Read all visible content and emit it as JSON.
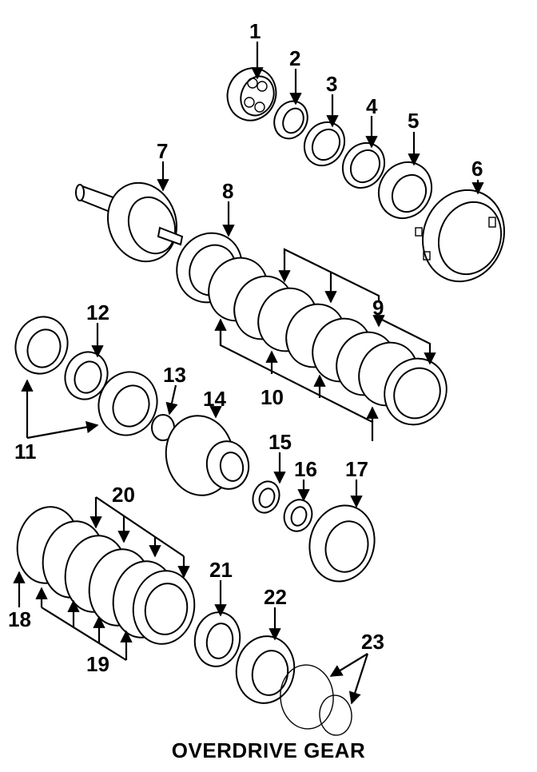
{
  "diagram": {
    "title": "OVERDRIVE GEAR",
    "callouts": [
      "1",
      "2",
      "3",
      "4",
      "5",
      "6",
      "7",
      "8",
      "9",
      "10",
      "11",
      "12",
      "13",
      "14",
      "15",
      "16",
      "17",
      "18",
      "19",
      "20",
      "21",
      "22",
      "23"
    ]
  }
}
